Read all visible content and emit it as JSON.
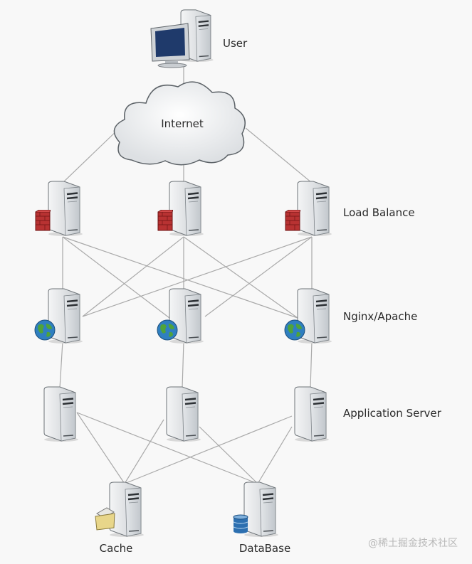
{
  "diagram": {
    "nodes": {
      "user": "User",
      "internet": "Internet",
      "load_balance": "Load Balance",
      "nginx_apache": "Nginx/Apache",
      "application_server": "Application Server",
      "cache": "Cache",
      "database": "DataBase"
    },
    "watermark": "@稀土掘金技术社区",
    "colors": {
      "background": "#f8f8f8",
      "connector": "#a9a9a9",
      "firewall": "#b83232",
      "globe": "#2f7fc0",
      "folder": "#e8d68a",
      "database": "#2c6fb0"
    },
    "icons": [
      "user-computer-icon",
      "cloud-icon",
      "server-icon",
      "firewall-icon",
      "globe-icon",
      "folder-icon",
      "database-icon"
    ]
  }
}
